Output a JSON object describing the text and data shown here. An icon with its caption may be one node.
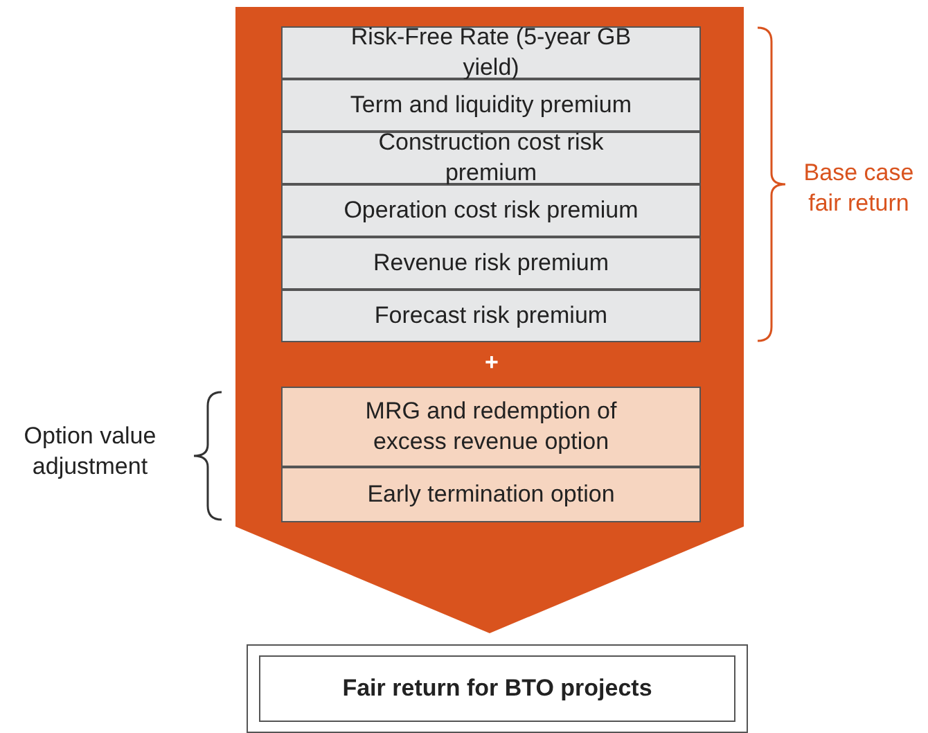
{
  "diagram": {
    "nodes": [
      {
        "text": [],
        "shape": "arrow"
      },
      {
        "text": [
          "Risk-Free Rate (5-year GB yield)"
        ],
        "in": 0
      },
      {
        "text": [
          "Term and liquidity premium"
        ],
        "in": 0
      },
      {
        "text": [
          "Construction cost risk premium"
        ],
        "in": 0
      },
      {
        "text": [
          "Operation cost risk premium"
        ],
        "in": 0
      },
      {
        "text": [
          "Revenue risk premium"
        ],
        "in": 0
      },
      {
        "text": [
          "Forecast risk premium"
        ],
        "in": 0
      },
      {
        "text": [
          "MRG and redemption of excess revenue option"
        ],
        "in": 0
      },
      {
        "text": [
          "Early termination option"
        ],
        "in": 0
      },
      {
        "text": [
          "Fair return for BTO projects"
        ]
      }
    ],
    "labels": [
      "Base case fair return",
      "+",
      "Option value adjustment"
    ]
  }
}
